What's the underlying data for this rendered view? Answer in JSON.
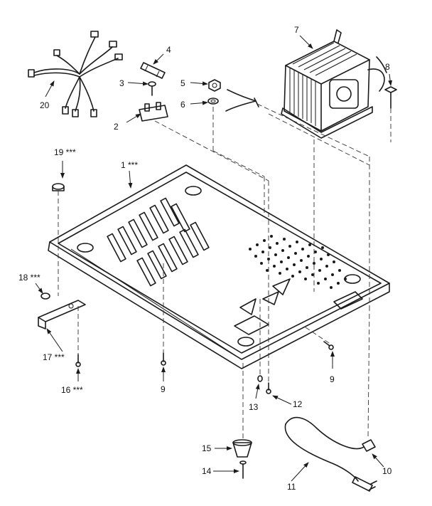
{
  "callouts": [
    {
      "id": "c1",
      "text": "1 ***"
    },
    {
      "id": "c2",
      "text": "2"
    },
    {
      "id": "c3",
      "text": "3"
    },
    {
      "id": "c4",
      "text": "4"
    },
    {
      "id": "c5",
      "text": "5"
    },
    {
      "id": "c6",
      "text": "6"
    },
    {
      "id": "c7",
      "text": "7"
    },
    {
      "id": "c8",
      "text": "8"
    },
    {
      "id": "c9a",
      "text": "9"
    },
    {
      "id": "c9b",
      "text": "9"
    },
    {
      "id": "c10",
      "text": "10"
    },
    {
      "id": "c11",
      "text": "11"
    },
    {
      "id": "c12",
      "text": "12"
    },
    {
      "id": "c13",
      "text": "13"
    },
    {
      "id": "c14",
      "text": "14"
    },
    {
      "id": "c15",
      "text": "15"
    },
    {
      "id": "c16",
      "text": "16 ***"
    },
    {
      "id": "c17",
      "text": "17 ***"
    },
    {
      "id": "c18",
      "text": "18 ***"
    },
    {
      "id": "c19",
      "text": "19 ***"
    },
    {
      "id": "c20",
      "text": "20"
    }
  ]
}
